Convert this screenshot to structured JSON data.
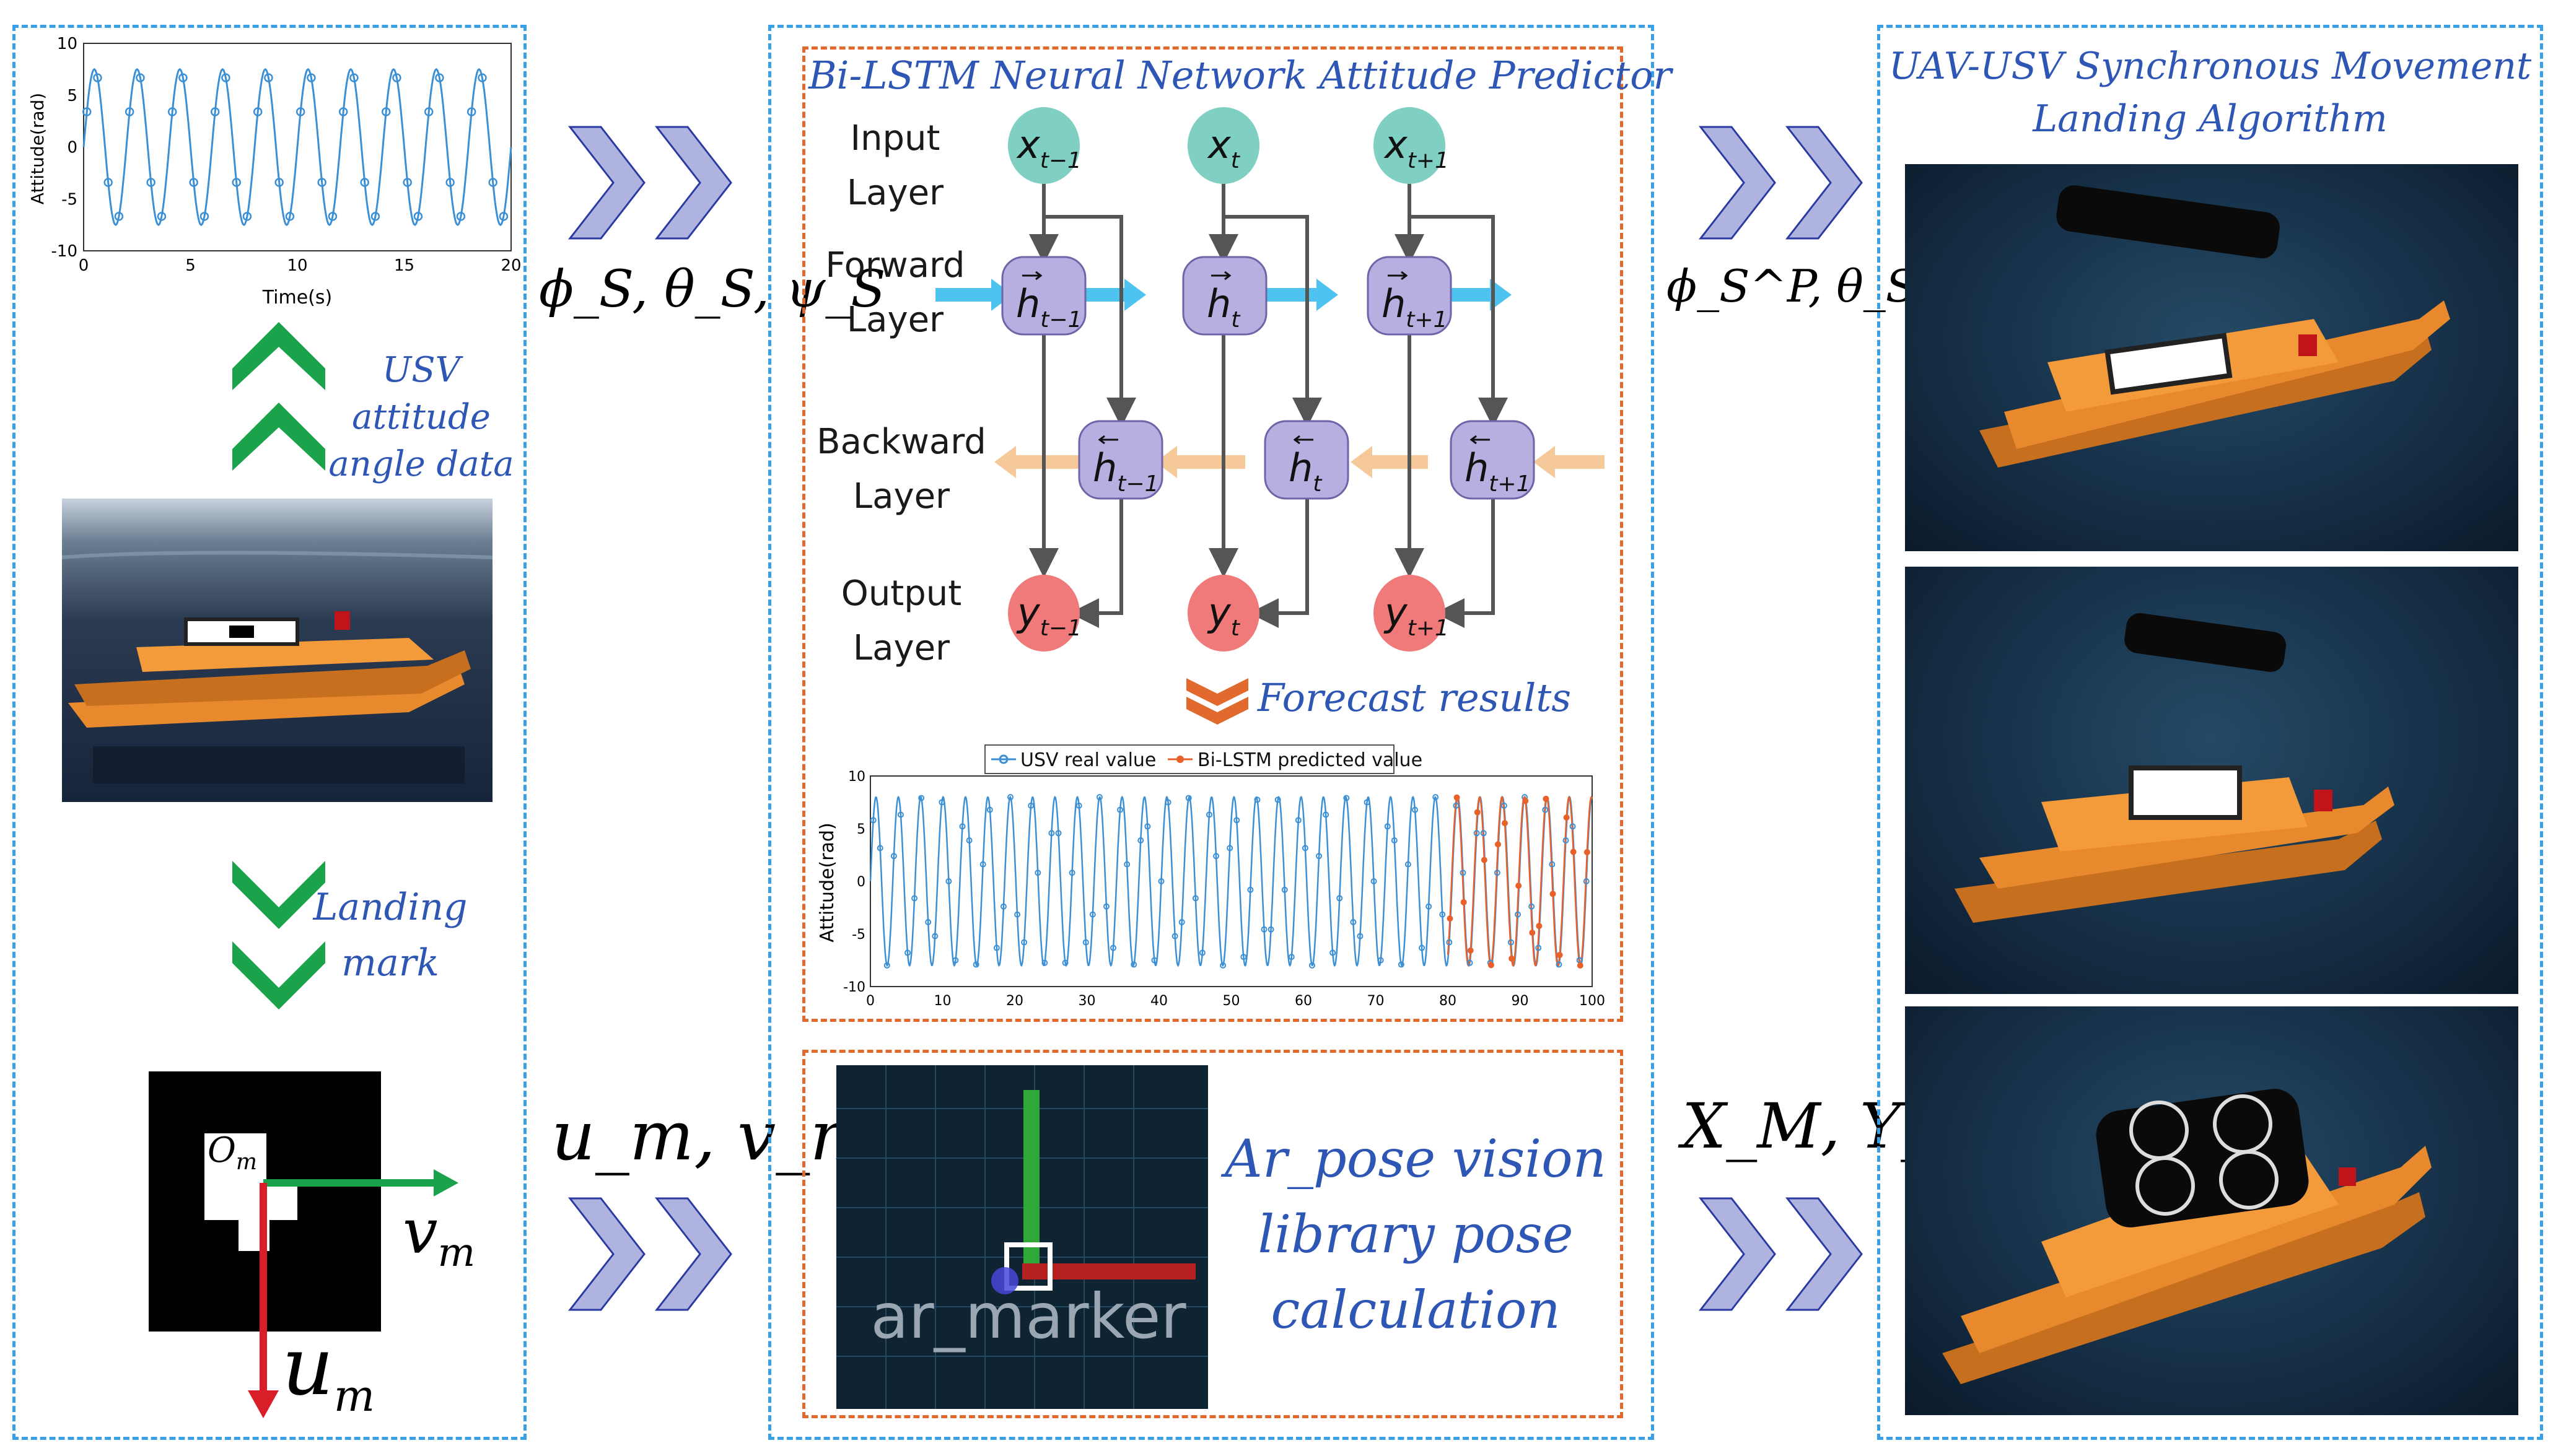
{
  "left_chart": {
    "ylabel": "Attitude(rad)",
    "xlabel": "Time(s)",
    "x_ticks": [
      "0",
      "5",
      "10",
      "15",
      "20"
    ],
    "y_ticks": [
      "10",
      "5",
      "0",
      "-5",
      "-10"
    ]
  },
  "usv_attitude_label_line1": "USV attitude",
  "usv_attitude_label_line2": "angle data",
  "landing_label_line1": "Landing",
  "landing_label_line2": "mark",
  "marker": {
    "origin_label": "O",
    "origin_sub": "m",
    "v_axis": "v",
    "v_sub": "m",
    "u_axis": "u",
    "u_sub": "m"
  },
  "attitude_symbols": "ϕ_S, θ_S, ψ_S",
  "pixel_coords": "u_m, v_m",
  "predictor_title": "Bi-LSTM Neural Network Attitude Predictor",
  "layers": {
    "input": [
      "Input",
      "Layer"
    ],
    "forward": [
      "Forward",
      "Layer"
    ],
    "backward": [
      "Backward",
      "Layer"
    ],
    "output": [
      "Output",
      "Layer"
    ]
  },
  "nodes": {
    "x": [
      "x",
      "x",
      "x"
    ],
    "x_sub": [
      "t−1",
      "t",
      "t+1"
    ],
    "y": [
      "y",
      "y",
      "y"
    ],
    "y_sub": [
      "t−1",
      "t",
      "t+1"
    ],
    "h": [
      "h",
      "h",
      "h"
    ],
    "h_sub": [
      "t−1",
      "t",
      "t+1"
    ]
  },
  "forecast_label": "Forecast results",
  "bottom_chart": {
    "legend_real": "USV real value",
    "legend_pred": "Bi-LSTM predicted value",
    "ylabel": "Attitude(rad)",
    "x_ticks": [
      "0",
      "10",
      "20",
      "30",
      "40",
      "50",
      "60",
      "70",
      "80",
      "90",
      "100"
    ],
    "y_ticks": [
      "10",
      "5",
      "0",
      "-5",
      "-10"
    ]
  },
  "ar_pose_lines": [
    "Ar_pose vision",
    "library pose",
    "calculation"
  ],
  "ar_marker_text": "ar_marker",
  "predicted_symbols": "ϕ_S^P, θ_S^P, ψ_S^P",
  "marker_world": "X_M, Y_M",
  "right_title_line1": "UAV-USV Synchronous Movement",
  "right_title_line2": "Landing Algorithm",
  "colors": {
    "panel_border": "#3aa0e6",
    "inner_border": "#e2692d",
    "chevron": "#aeb3e0",
    "green": "#1aa34a",
    "input_node": "#7fd0c3",
    "hidden_node": "#b8afe0",
    "output_node": "#f07a7a",
    "forward_arrow": "#4fc3ef",
    "backward_arrow": "#f6c99a",
    "real_series": "#3b8fd4",
    "pred_series": "#e8602a"
  },
  "chart_data": [
    {
      "type": "line",
      "title": "",
      "xlabel": "Time(s)",
      "ylabel": "Attitude(rad)",
      "xlim": [
        0,
        20
      ],
      "ylim": [
        -10,
        10
      ],
      "series": [
        {
          "name": "",
          "amplitude": 7.5,
          "period_s": 2.0,
          "samples": 200
        }
      ]
    },
    {
      "type": "line",
      "title": "",
      "xlabel": "",
      "ylabel": "Attitude(rad)",
      "xlim": [
        0,
        100
      ],
      "ylim": [
        -10,
        10
      ],
      "series": [
        {
          "name": "USV real value",
          "amplitude": 8,
          "period_s": 3.1,
          "x_range": [
            0,
            100
          ]
        },
        {
          "name": "Bi-LSTM predicted value",
          "amplitude": 8,
          "period_s": 3.1,
          "x_range": [
            80,
            100
          ]
        }
      ]
    }
  ]
}
